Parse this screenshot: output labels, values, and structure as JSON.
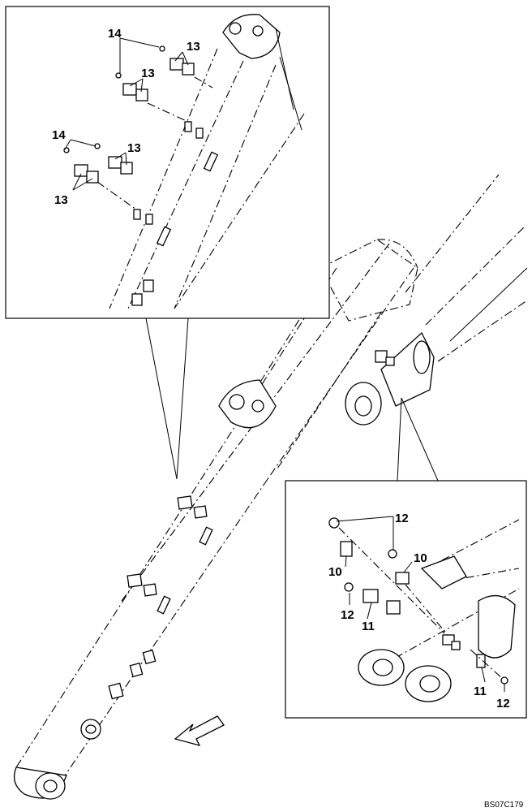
{
  "callouts": {
    "c14a": "14",
    "c13a": "13",
    "c13b": "13",
    "c14b": "14",
    "c13c": "13",
    "c13d": "13",
    "c12a": "12",
    "c10a": "10",
    "c10b": "10",
    "c12b": "12",
    "c11a": "11",
    "c11b": "11",
    "c12c": "12"
  },
  "drawing_code": "BS07C179"
}
